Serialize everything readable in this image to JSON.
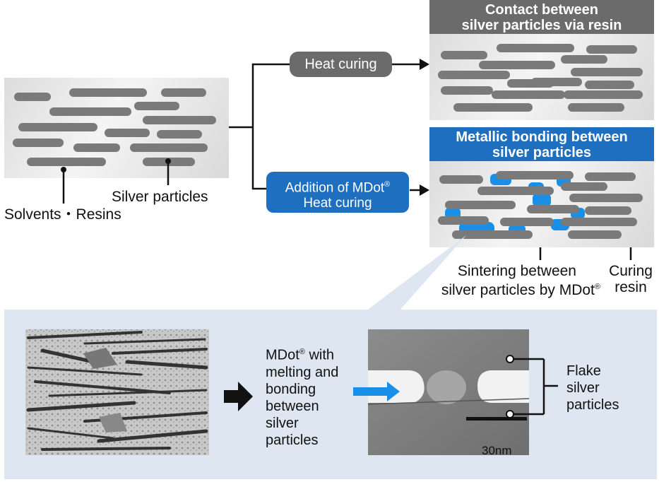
{
  "labels": {
    "solvents_resins": "Solvents・Resins",
    "silver_particles": "Silver particles",
    "heat_curing": "Heat curing",
    "addition_line1": "Addition of MDot",
    "addition_line2": "Heat curing",
    "reg": "®",
    "contact_line1": "Contact between",
    "contact_line2": "silver particles via resin",
    "metallic_line1": "Metallic bonding between",
    "metallic_line2": "silver particles",
    "sintering_line1": "Sintering between",
    "sintering_line2": "silver particles by MDot",
    "curing_line1": "Curing",
    "curing_line2": "resin",
    "mdot_line1": "MDot",
    "mdot_line1_suffix": " with",
    "mdot_line2": "melting and",
    "mdot_line3": "bonding",
    "mdot_line4": "between",
    "mdot_line5": "silver",
    "mdot_line6": "particles",
    "flake_line1": "Flake",
    "flake_line2": "silver",
    "flake_line3": "particles",
    "scale": "30nm"
  },
  "colors": {
    "gray_button": "#6b6b6b",
    "blue_button": "#1f6fc0",
    "sinter_blue": "#1a8fe8",
    "flake": "#7a7a7a",
    "bottom_bg": "#dde6f1"
  }
}
